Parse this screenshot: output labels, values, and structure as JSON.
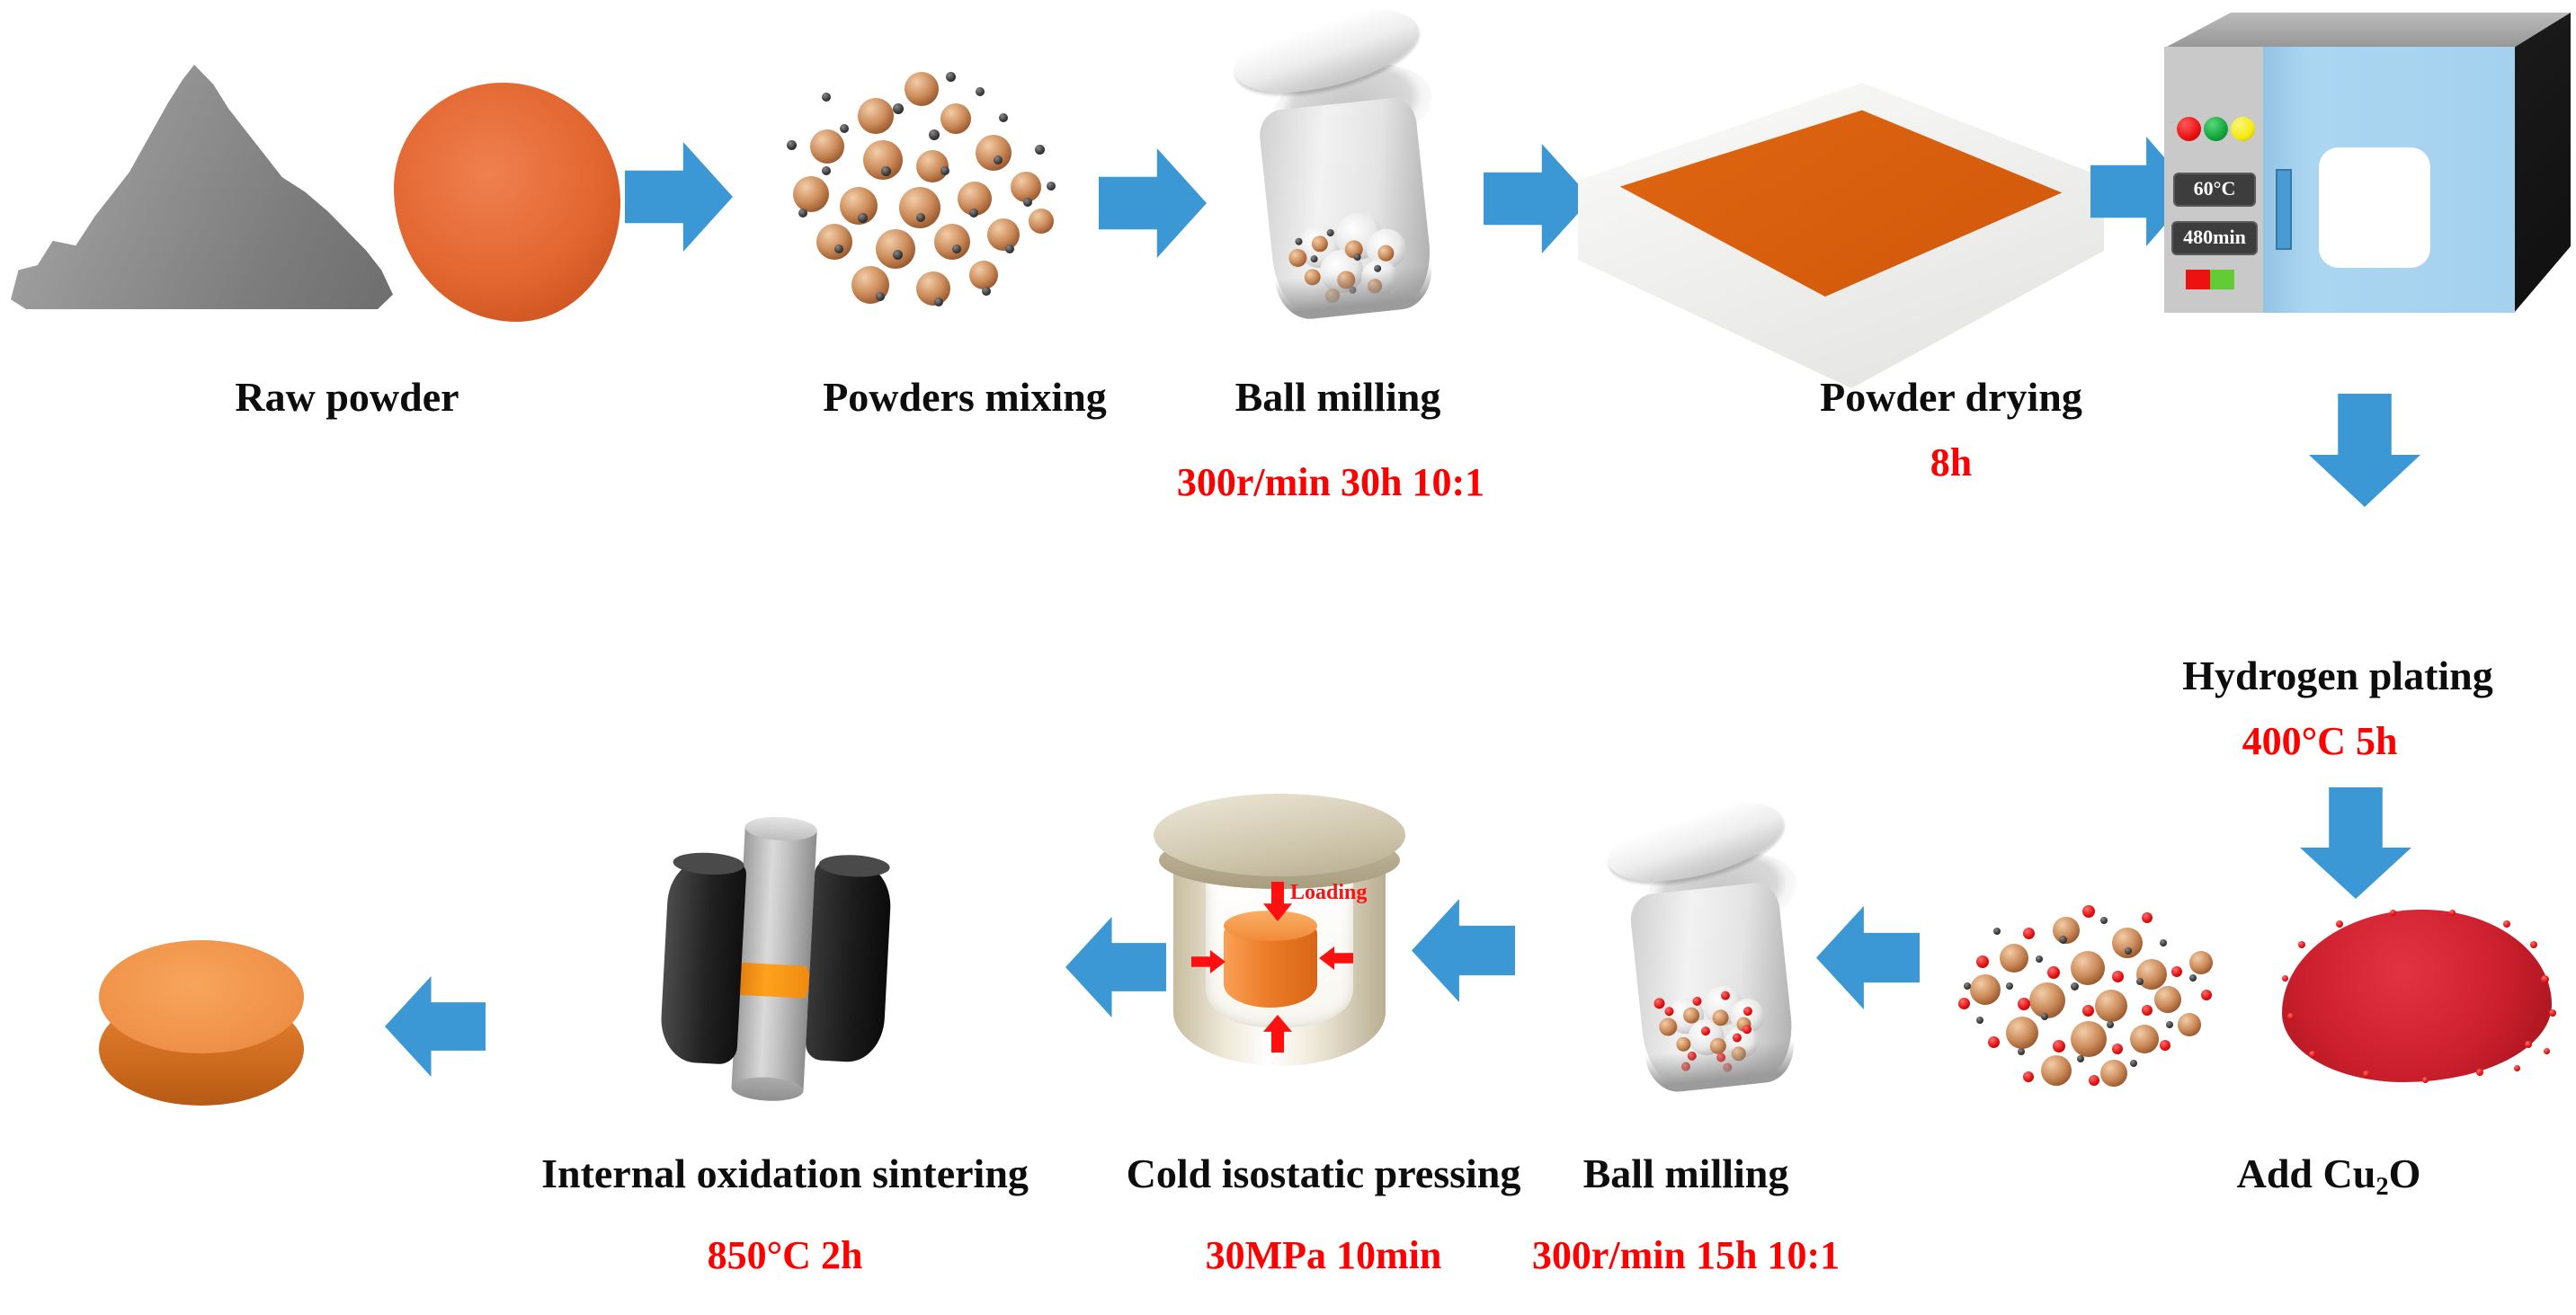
{
  "figure": {
    "type": "process-flow-diagram",
    "topic": "Powder preparation and sintering process"
  },
  "colors": {
    "arrow_blue": "#3b98d5",
    "param_red": "#fe0000",
    "label_black": "#0d0d0d",
    "powder_orange": "#e2662f",
    "powder_gray": "#8d8d8d",
    "cu2o_red": "#cc1f2d"
  },
  "steps": {
    "raw_powder": {
      "label": "Raw powder"
    },
    "powders_mixing": {
      "label": "Powders mixing"
    },
    "ball_milling_1": {
      "label": "Ball milling",
      "params": "300r/min 30h 10:1"
    },
    "powder_drying": {
      "label": "Powder drying",
      "params": "8h"
    },
    "drying_oven": {
      "temp_display": "60°C",
      "time_display": "480min"
    },
    "hydrogen_plating": {
      "label": "Hydrogen plating",
      "params": "400°C 5h"
    },
    "add_cu2o": {
      "label_prefix": "Add Cu",
      "label_sub": "2",
      "label_suffix": "O"
    },
    "ball_milling_2": {
      "label": "Ball milling",
      "params": "300r/min 15h 10:1"
    },
    "cold_isostatic_pressing": {
      "label": "Cold isostatic pressing",
      "params": "30MPa 10min",
      "loading_label": "Loading"
    },
    "internal_oxidation_sintering": {
      "label": "Internal oxidation sintering",
      "params": "850°C 2h"
    }
  }
}
